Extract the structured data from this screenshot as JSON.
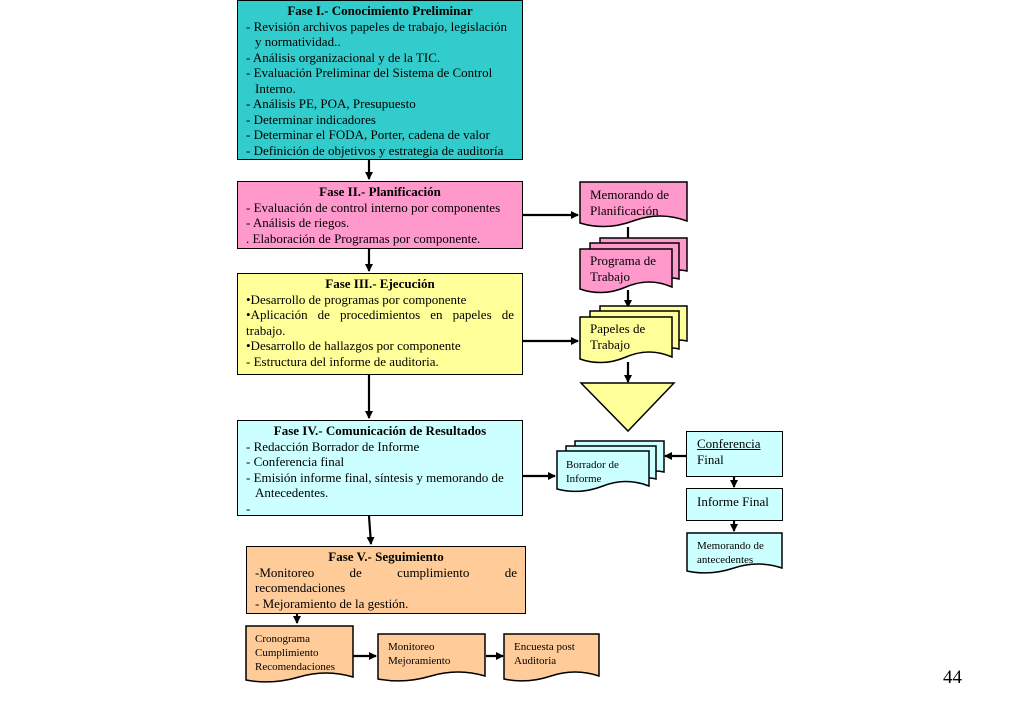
{
  "colors": {
    "phase1": "#33cccc",
    "phase2": "#ff99cc",
    "phase3": "#ffff99",
    "phase4": "#ccffff",
    "phase5": "#ffcc99"
  },
  "phase1": {
    "title": "Fase I.- Conocimiento Preliminar",
    "lines": [
      "- Revisión archivos papeles de trabajo, legislación",
      "y normatividad..",
      "- Análisis organizacional y de la TIC.",
      "- Evaluación Preliminar del Sistema de Control",
      "Interno.",
      "- Análisis PE, POA, Presupuesto",
      "- Determinar indicadores",
      "- Determinar el FODA, Porter, cadena de valor",
      "- Definición de objetivos y estrategia de auditoría"
    ]
  },
  "phase2": {
    "title": "Fase II.- Planificación",
    "lines": [
      "- Evaluación de control interno por componentes",
      "- Análisis de riegos.",
      ". Elaboración de Programas por componente."
    ]
  },
  "phase3": {
    "title": "Fase III.- Ejecución",
    "lines": [
      "•Desarrollo de programas por componente",
      "•Aplicación de procedimientos en papeles de",
      "trabajo.",
      "•Desarrollo de hallazgos por componente",
      "- Estructura del informe de auditoria."
    ]
  },
  "phase4": {
    "title": "Fase IV.- Comunicación de Resultados",
    "lines": [
      "- Redacción Borrador de Informe",
      "- Conferencia final",
      "- Emisión informe final, síntesis y memorando de",
      "Antecedentes.",
      "-"
    ]
  },
  "phase5": {
    "title": "Fase V.- Seguimiento",
    "lines": [
      "-Monitoreo de cumplimiento de",
      "recomendaciones",
      "- Mejoramiento de la gestión."
    ]
  },
  "docs": {
    "memorando_planificacion": [
      "Memorando de",
      "Planificación"
    ],
    "programa_trabajo": [
      "Programa de",
      "Trabajo"
    ],
    "papeles_trabajo": [
      "Papeles de",
      "Trabajo"
    ],
    "borrador_informe": [
      "Borrador de",
      "Informe"
    ],
    "conferencia_final": [
      "Conferencia",
      "Final"
    ],
    "informe_final": "Informe Final",
    "memorando_antecedentes": [
      "Memorando de",
      "antecedentes"
    ],
    "cronograma": [
      "Cronograma",
      "Cumplimiento",
      "Recomendaciones"
    ],
    "monitoreo": [
      "Monitoreo",
      "Mejoramiento"
    ],
    "encuesta": [
      "Encuesta post",
      "Auditoria"
    ]
  },
  "page_number": "44"
}
